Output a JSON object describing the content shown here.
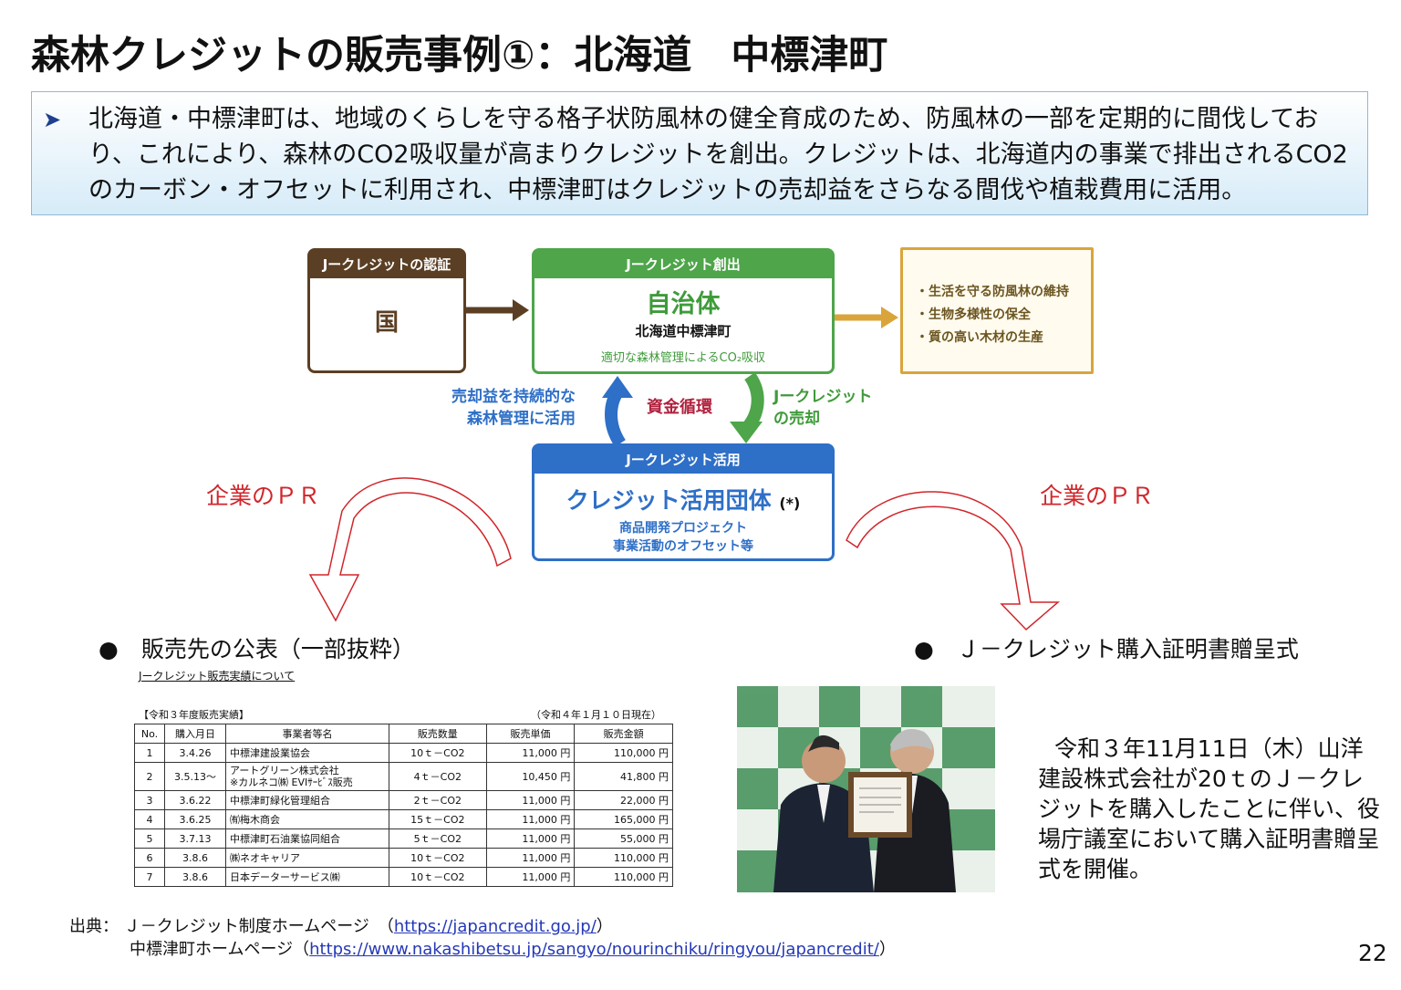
{
  "title": "森林クレジットの販売事例①：北海道　中標津町",
  "summary": {
    "text": "北海道・中標津町は、地域のくらしを守る格子状防風林の健全育成のため、防風林の一部を定期的に間伐しており、これにより、森林のCO2吸収量が高まりクレジットを創出。クレジットは、北海道内の事業で排出されるCO2のカーボン・オフセットに利用され、中標津町はクレジットの売却益をさらなる間伐や植栽費用に活用。"
  },
  "diagram": {
    "gov_box": {
      "header": "Jークレジットの認証",
      "label": "国"
    },
    "muni_box": {
      "header": "Jークレジット創出",
      "label": "自治体",
      "sub": "北海道中標津町",
      "note": "適切な森林管理によるCO₂吸収"
    },
    "benefits": [
      "・生活を守る防風林の維持",
      "・生物多様性の保全",
      "・質の高い木材の生産"
    ],
    "use_box": {
      "header": "Jークレジット活用",
      "label": "クレジット活用団体",
      "label_suffix": "(*)",
      "line1": "商品開発プロジェクト",
      "line2": "事業活動のオフセット等"
    },
    "flow_left_1": "売却益を持続的な",
    "flow_left_2": "森林管理に活用",
    "flow_center": "資金循環",
    "flow_right_1": "Jークレジット",
    "flow_right_2": "の売却",
    "pr_left": "企業のＰＲ",
    "pr_right": "企業のＰＲ",
    "colors": {
      "brown": "#5b3f24",
      "green": "#4ea54a",
      "gold": "#d9a53b",
      "blue": "#2e6fc7",
      "red": "#d0262b"
    }
  },
  "left_section": {
    "bullet": "●　販売先の公表（一部抜粋）",
    "link": "Jークレジット販売実績について",
    "caption_left": "【令和３年度販売実績】",
    "caption_right": "（令和４年１月１０日現在）",
    "table": {
      "headers": [
        "No.",
        "購入月日",
        "事業者等名",
        "販売数量",
        "販売単価",
        "販売金額"
      ],
      "rows": [
        [
          "1",
          "3.4.26",
          "中標津建設業協会",
          "10ｔ－CO2",
          "11,000 円",
          "110,000 円"
        ],
        [
          "2",
          "3.5.13～",
          "アートグリーン株式会社\n※カルネコ㈱ EVIｻｰﾋﾞｽ販売",
          "4ｔ－CO2",
          "10,450 円",
          "41,800 円"
        ],
        [
          "3",
          "3.6.22",
          "中標津町緑化管理組合",
          "2ｔ－CO2",
          "11,000 円",
          "22,000 円"
        ],
        [
          "4",
          "3.6.25",
          "㈲梅木商会",
          "15ｔ－CO2",
          "11,000 円",
          "165,000 円"
        ],
        [
          "5",
          "3.7.13",
          "中標津町石油業協同組合",
          "5ｔ－CO2",
          "11,000 円",
          "55,000 円"
        ],
        [
          "6",
          "3.8.6",
          "㈱ネオキャリア",
          "10ｔ－CO2",
          "11,000 円",
          "110,000 円"
        ],
        [
          "7",
          "3.8.6",
          "日本データーサービス㈱",
          "10ｔ－CO2",
          "11,000 円",
          "110,000 円"
        ]
      ]
    }
  },
  "right_section": {
    "bullet": "●　Ｊ－クレジット購入証明書贈呈式",
    "photo_text": "令和３年11月11日（木）山洋建設株式会社が20ｔのＪ－クレジットを購入したことに伴い、役場庁議室において購入証明書贈呈式を開催。"
  },
  "source": {
    "label": "出典：",
    "line1_text": "Ｊ－クレジット制度ホームページ　（",
    "line1_url": "https://japancredit.go.jp/",
    "line1_end": "）",
    "line2_text": "中標津町ホームページ（",
    "line2_url": "https://www.nakashibetsu.jp/sangyo/nourinchiku/ringyou/japancredit/",
    "line2_end": "）"
  },
  "page_number": "22"
}
